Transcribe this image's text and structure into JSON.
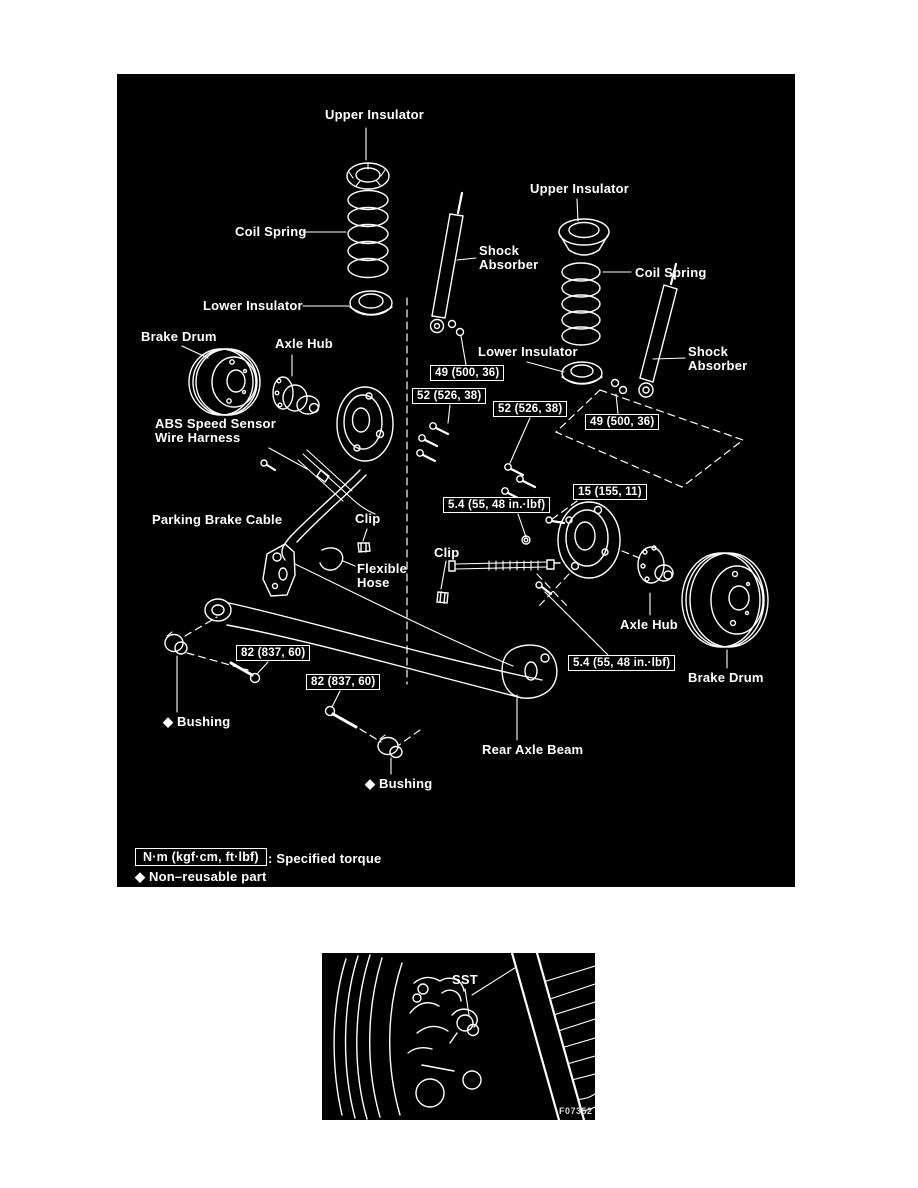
{
  "page": {
    "background_color": "#ffffff",
    "figure_background_color": "#000000",
    "ink_color": "#ffffff"
  },
  "figure_main": {
    "labels": [
      "Upper Insulator",
      "Coil Spring",
      "Lower Insulator",
      "Brake Drum",
      "Axle Hub",
      "Shock Absorber",
      "Upper Insulator",
      "Coil Spring",
      "Lower Insulator",
      "Shock Absorber",
      "ABS Speed Sensor Wire Harness",
      "Parking Brake Cable",
      "Clip",
      "Clip",
      "Flexible Hose",
      "Axle Hub",
      "Brake Drum",
      "◆ Bushing",
      "◆ Bushing",
      "Rear Axle Beam"
    ],
    "torque_specs": [
      "49 (500, 36)",
      "52 (526, 38)",
      "52 (526, 38)",
      "49 (500, 36)",
      "15 (155, 11)",
      "5.4 (55, 48 in.·lbf)",
      "5.4 (55, 48 in.·lbf)",
      "82 (837, 60)",
      "82 (837, 60)"
    ],
    "legend": {
      "torque_box": "N·m (kgf·cm, ft·lbf)",
      "torque_caption": ": Specified torque",
      "non_reusable": "◆ Non–reusable part"
    }
  },
  "figure_detail": {
    "sst_label": "SST",
    "figure_code": "F07352"
  }
}
